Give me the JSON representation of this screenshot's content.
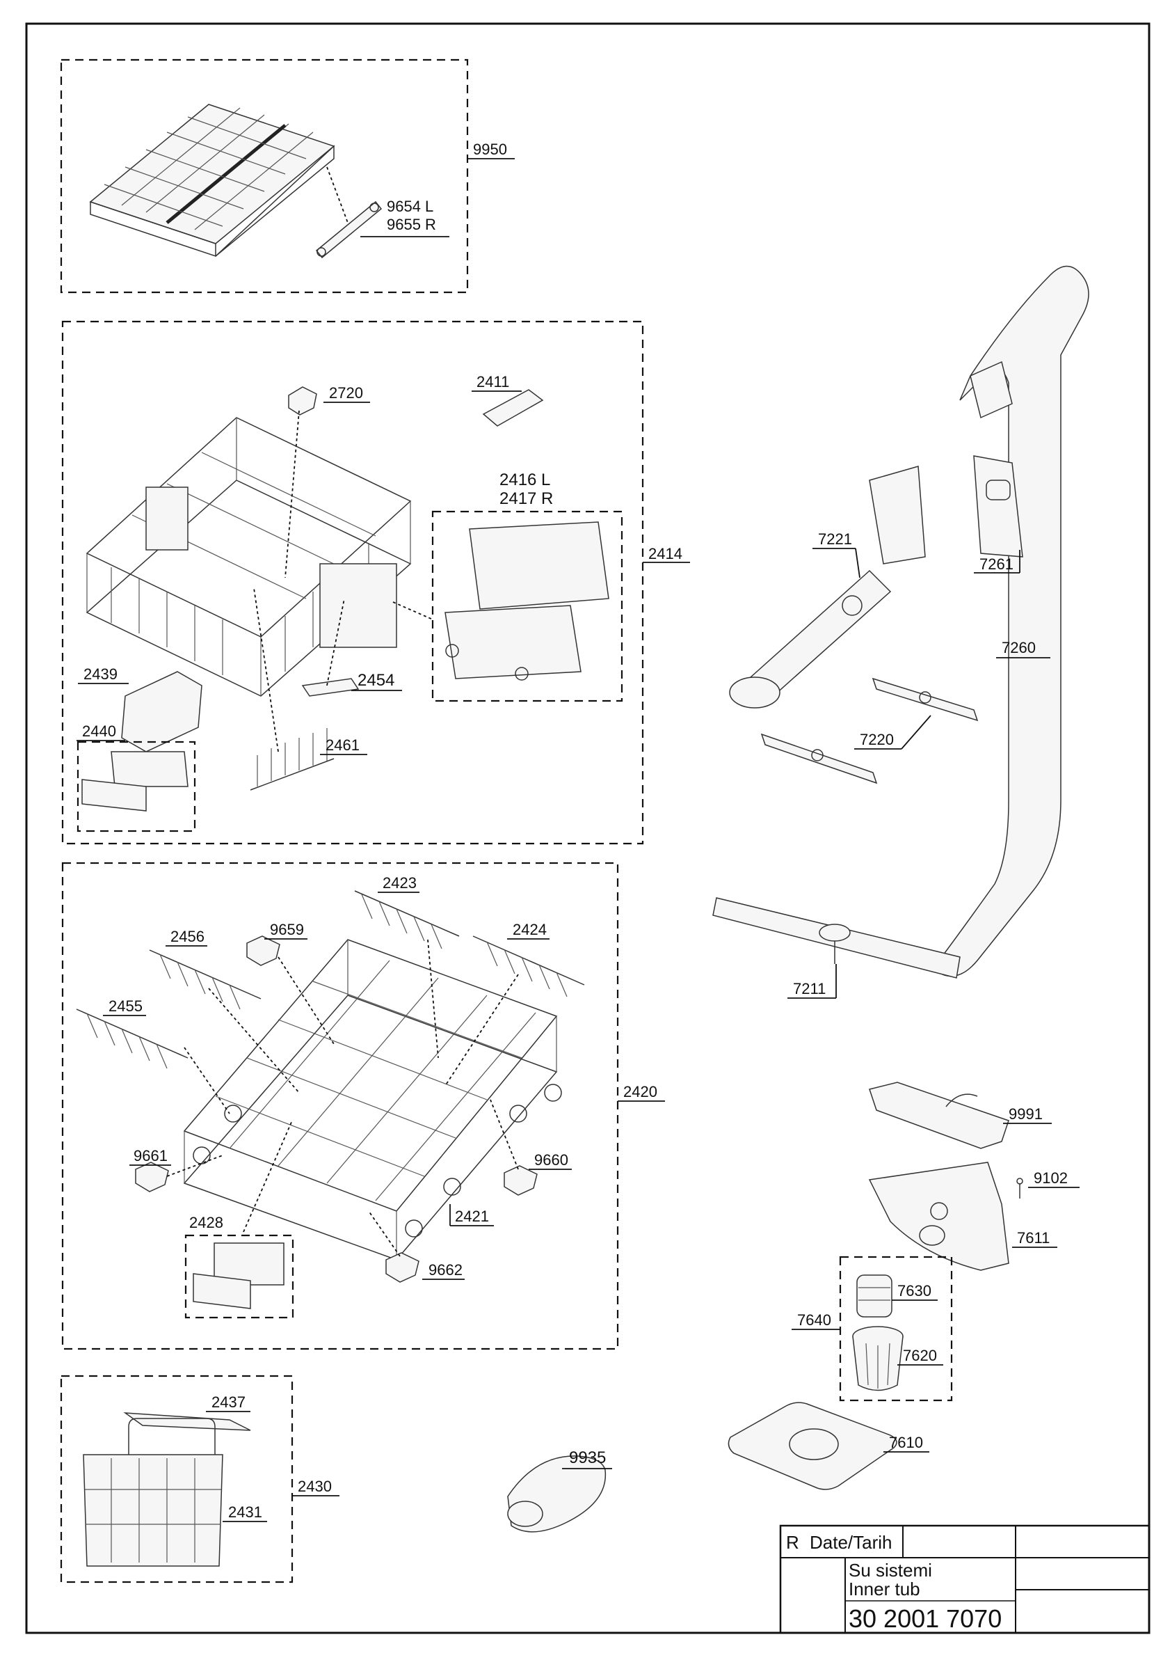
{
  "labels": {
    "l9950": "9950",
    "l9654": "9654 L",
    "l9655": "9655 R",
    "l2720": "2720",
    "l2411": "2411",
    "l2416": "2416 L",
    "l2417": "2417 R",
    "l2414": "2414",
    "l2439": "2439",
    "l2454": "2454",
    "l2440": "2440",
    "l2461": "2461",
    "l2423": "2423",
    "l2456": "2456",
    "l9659": "9659",
    "l2424": "2424",
    "l2455": "2455",
    "l2420": "2420",
    "l9661": "9661",
    "l9660": "9660",
    "l2421": "2421",
    "l2428": "2428",
    "l9662": "9662",
    "l2437": "2437",
    "l2430": "2430",
    "l2431": "2431",
    "l9935": "9935",
    "l7221": "7221",
    "l7261": "7261",
    "l7260": "7260",
    "l7220": "7220",
    "l7211": "7211",
    "l9991": "9991",
    "l9102": "9102",
    "l7611": "7611",
    "l7630": "7630",
    "l7640": "7640",
    "l7620": "7620",
    "l7610": "7610"
  },
  "title_block": {
    "revision_header": "R",
    "date_header": "Date/Tarih",
    "description_tr": "Su sistemi",
    "description_en": "Inner tub",
    "drawing_number": "30 2001 7070"
  }
}
